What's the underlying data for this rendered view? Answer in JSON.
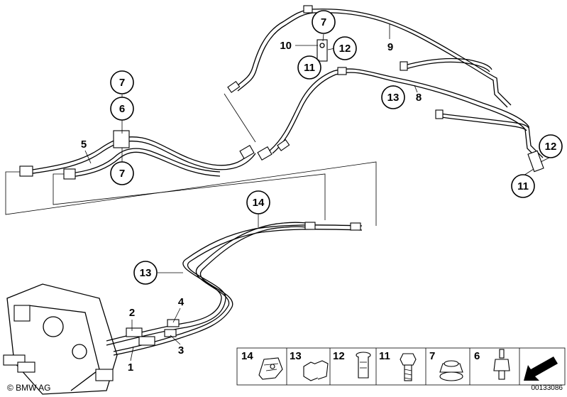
{
  "callouts": {
    "c1": "1",
    "c2": "2",
    "c3": "3",
    "c4": "4",
    "c5": "5",
    "c6": "6",
    "c7a": "7",
    "c7b": "7",
    "c7c": "7",
    "c8": "8",
    "c9": "9",
    "c10": "10",
    "c11a": "11",
    "c11b": "11",
    "c12a": "12",
    "c12b": "12",
    "c13a": "13",
    "c13b": "13",
    "c14": "14"
  },
  "legend": {
    "items": [
      {
        "num": "14",
        "icon": "clip-nut-icon"
      },
      {
        "num": "13",
        "icon": "double-clip-icon"
      },
      {
        "num": "12",
        "icon": "rivet-nut-icon"
      },
      {
        "num": "11",
        "icon": "hex-bolt-icon"
      },
      {
        "num": "7",
        "icon": "hex-nut-icon"
      },
      {
        "num": "6",
        "icon": "rubber-mount-icon"
      }
    ]
  },
  "footer": {
    "brand": "© BMW AG",
    "reference": "00133086"
  }
}
